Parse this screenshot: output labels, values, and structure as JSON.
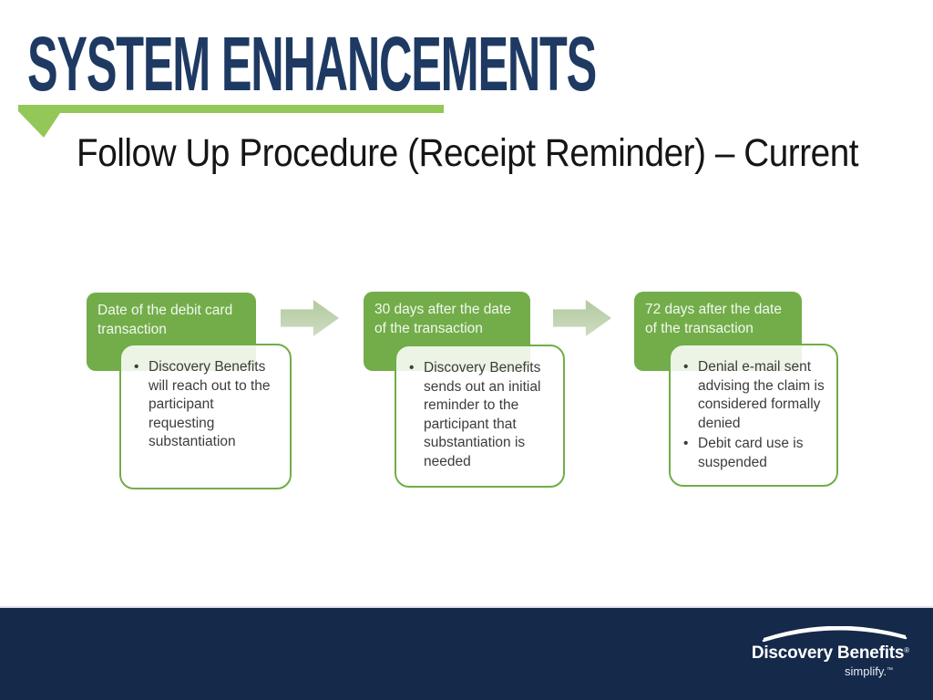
{
  "slide": {
    "title": "SYSTEM ENHANCEMENTS",
    "subtitle": "Follow Up Procedure (Receipt Reminder) – Current"
  },
  "colors": {
    "title_navy": "#1e3a63",
    "footer_navy": "#15294a",
    "box_green": "#72ad4a",
    "underline_green": "#93c757",
    "arrow_green": "#b9cfa8",
    "detail_border_green": "#6fae47",
    "body_text": "#3c3c3c"
  },
  "process": {
    "steps": [
      {
        "header": "Date of the debit card transaction",
        "bullets": [
          "Discovery Benefits will reach out to the participant requesting substantiation"
        ]
      },
      {
        "header": "30 days after the date of the transaction",
        "bullets": [
          "Discovery Benefits sends out an initial reminder to the participant that substantiation is needed"
        ]
      },
      {
        "header": "72 days after the date of the transaction",
        "bullets": [
          "Denial e-mail sent advising the claim is considered formally denied",
          "Debit card use is suspended"
        ]
      }
    ]
  },
  "footer": {
    "brand": "Discovery Benefits",
    "brand_mark": "®",
    "tagline": "simplify.",
    "tagline_mark": "™"
  }
}
